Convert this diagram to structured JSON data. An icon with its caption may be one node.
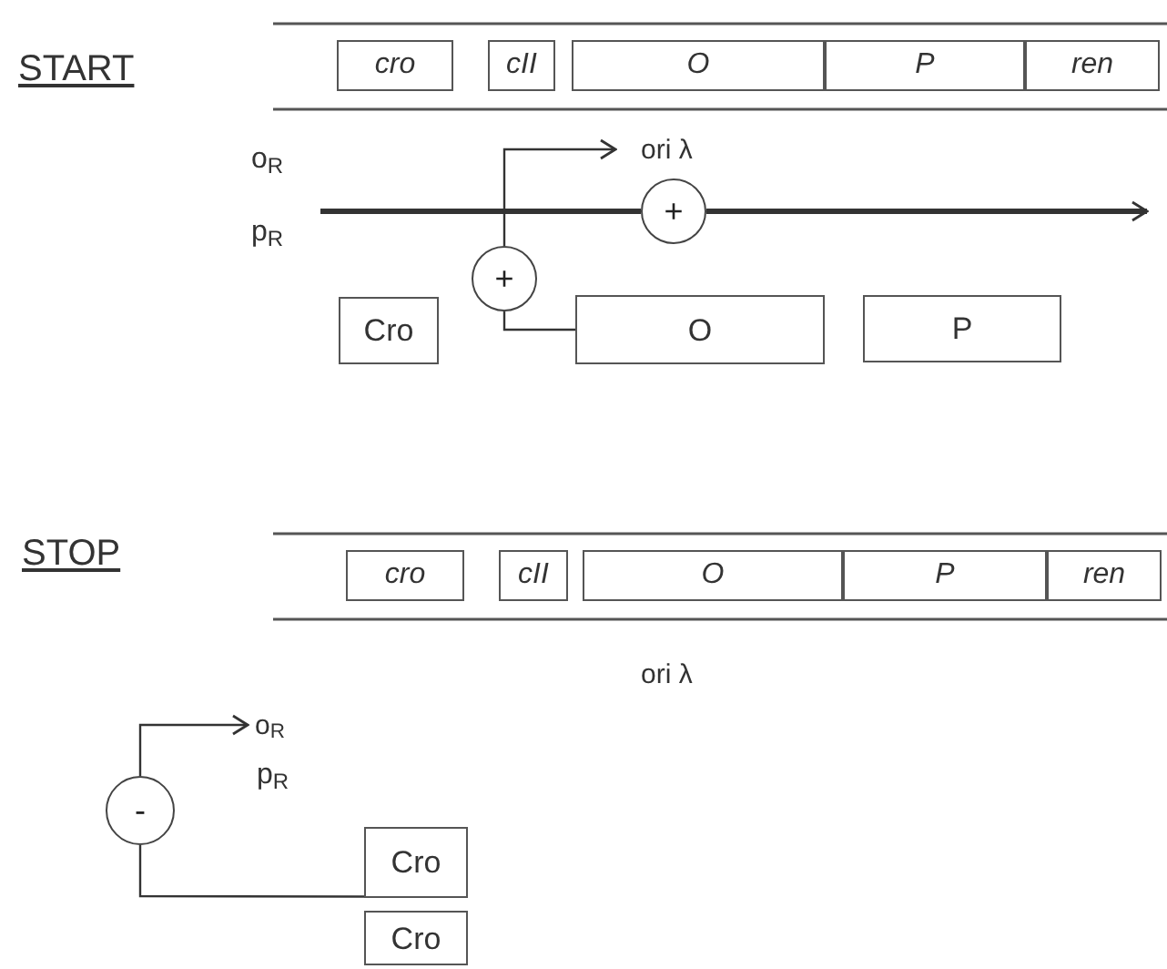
{
  "diagram": {
    "nodes": [
      {
        "text": [
          "cro"
        ]
      },
      {
        "text": [
          "cII"
        ]
      },
      {
        "text": [
          "O"
        ]
      },
      {
        "text": [
          "P"
        ]
      },
      {
        "text": [
          "ren"
        ]
      },
      {
        "text": [
          "ori λ"
        ]
      },
      {
        "text": [
          "+"
        ]
      },
      {
        "text": [
          "+"
        ]
      },
      {
        "text": [
          "Cro"
        ]
      },
      {
        "text": [
          "O"
        ]
      },
      {
        "text": [
          "P"
        ]
      },
      {
        "text": [
          "cro"
        ]
      },
      {
        "text": [
          "cII"
        ]
      },
      {
        "text": [
          "O"
        ]
      },
      {
        "text": [
          "P"
        ]
      },
      {
        "text": [
          "ren"
        ]
      },
      {
        "text": [
          "-"
        ]
      },
      {
        "text": [
          "Cro"
        ]
      },
      {
        "text": [
          "Cro"
        ]
      },
      {
        "text": [
          "o$_{R}$"
        ]
      }
    ],
    "edges": [
      {
        "from": null,
        "to": 6,
        "arrow": "none",
        "style": "thick"
      },
      {
        "from": 6,
        "to": null,
        "arrow": "to",
        "style": "thick"
      },
      {
        "from": 7,
        "to": 5,
        "arrow": "to"
      },
      {
        "from": 9,
        "to": 7,
        "arrow": "none"
      },
      {
        "from": 16,
        "to": 19,
        "arrow": "to"
      },
      {
        "from": 17,
        "to": 16,
        "arrow": "none"
      }
    ],
    "labels": [
      "START",
      "o$_{R}$",
      "p$_{R}$",
      "STOP",
      "ori λ",
      "p$_{R}$"
    ]
  }
}
